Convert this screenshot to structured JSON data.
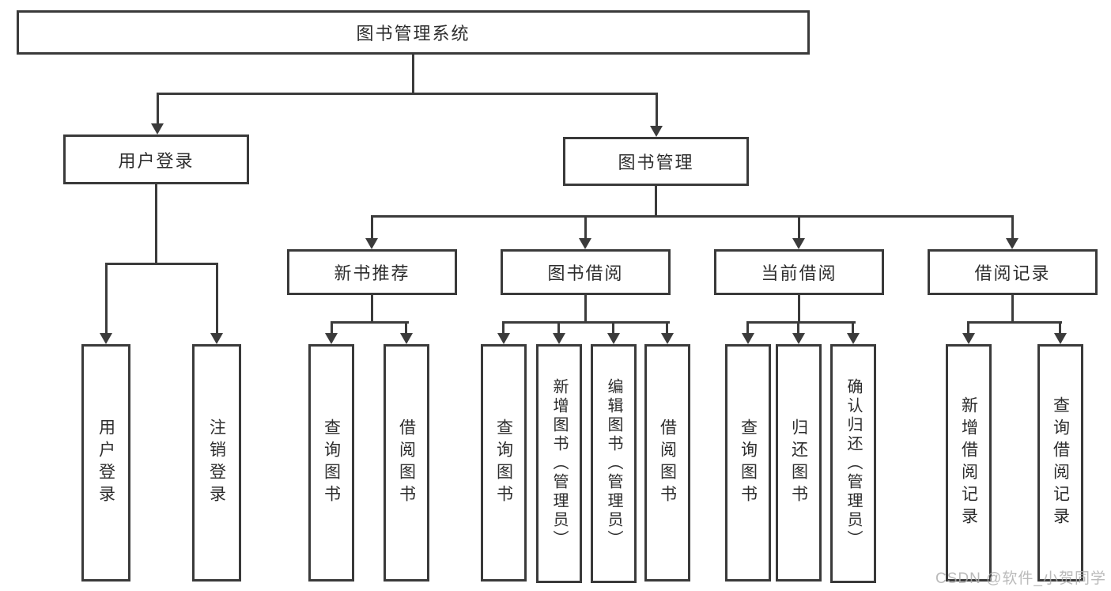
{
  "title": "图书管理系统",
  "level2": {
    "user_login": "用户登录",
    "book_mgmt": "图书管理"
  },
  "level3": {
    "new_books": "新书推荐",
    "borrowing": "图书借阅",
    "current": "当前借阅",
    "records": "借阅记录"
  },
  "leaves": {
    "login": [
      "用户登录",
      "注销登录"
    ],
    "new_books": [
      "查询图书",
      "借阅图书"
    ],
    "borrowing": [
      "查询图书",
      "新增图书（管理员）",
      "编辑图书（管理员）",
      "借阅图书"
    ],
    "current": [
      "查询图书",
      "归还图书",
      "确认归还（管理员）"
    ],
    "records": [
      "新增借阅记录",
      "查询借阅记录"
    ]
  },
  "watermark": "CSDN @软件_小贺同学",
  "colors": {
    "line": "#3b3b3b",
    "border": "#3a3a3a",
    "text": "#2d2d2d",
    "watermark": "#aeaeae",
    "background": "#ffffff"
  }
}
